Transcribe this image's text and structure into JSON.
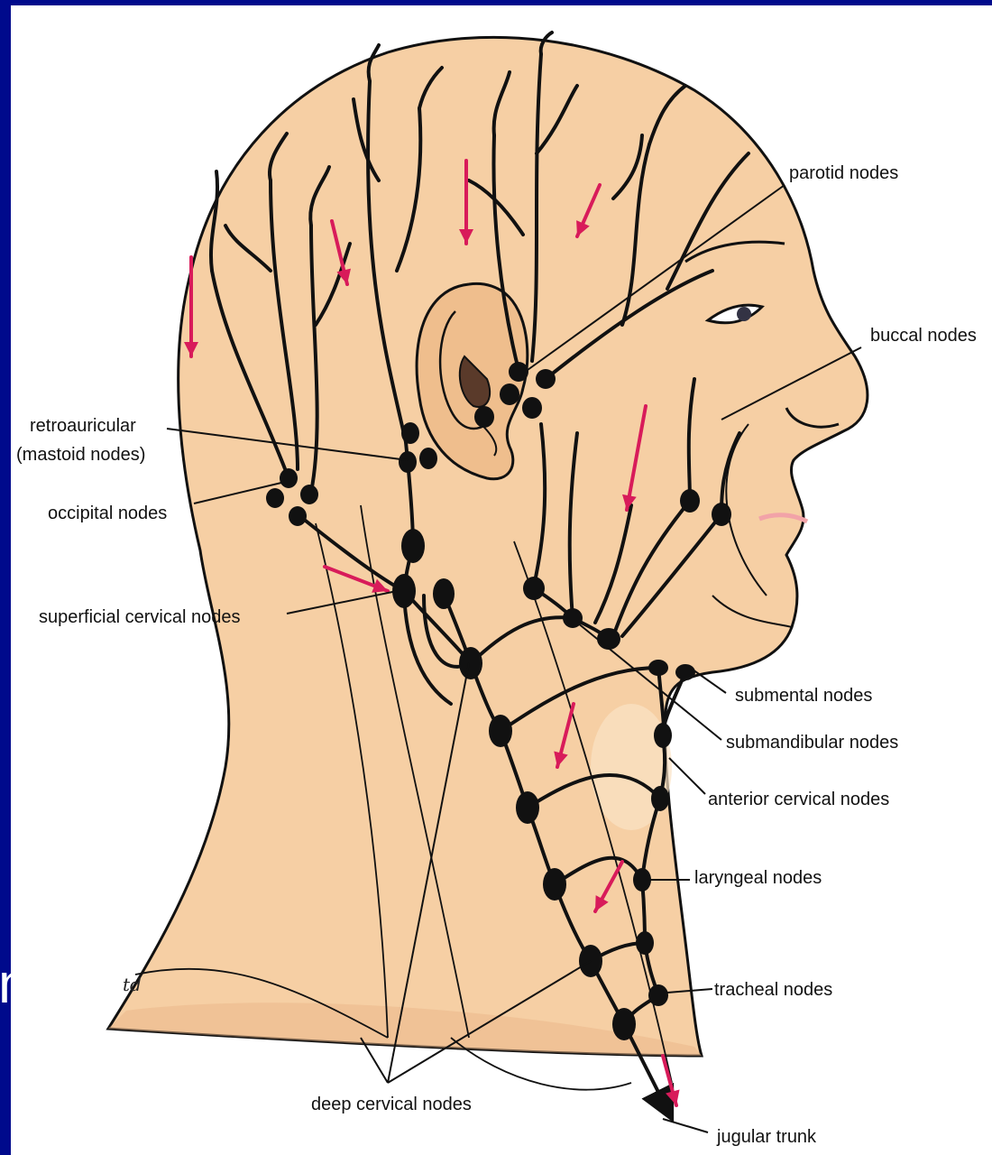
{
  "colors": {
    "background": "#000a8c",
    "skin": "#f6cfa4",
    "skin_shadow": "#e9b587",
    "vessel": "#111111",
    "flow_arrow": "#d81b5a",
    "lip": "#f2a3a8"
  },
  "labels": {
    "parotid": "parotid nodes",
    "buccal": "buccal nodes",
    "retroauricular_line1": "retroauricular",
    "retroauricular_line2": "(mastoid nodes)",
    "occipital": "occipital nodes",
    "superficial_cervical": "superficial cervical nodes",
    "submental": "submental nodes",
    "submandibular": "submandibular nodes",
    "anterior_cervical": "anterior cervical nodes",
    "laryngeal": "laryngeal nodes",
    "tracheal": "tracheal nodes",
    "deep_cervical": "deep cervical nodes",
    "jugular_trunk": "jugular trunk"
  },
  "artist_signature": "td",
  "stray_text": "n"
}
